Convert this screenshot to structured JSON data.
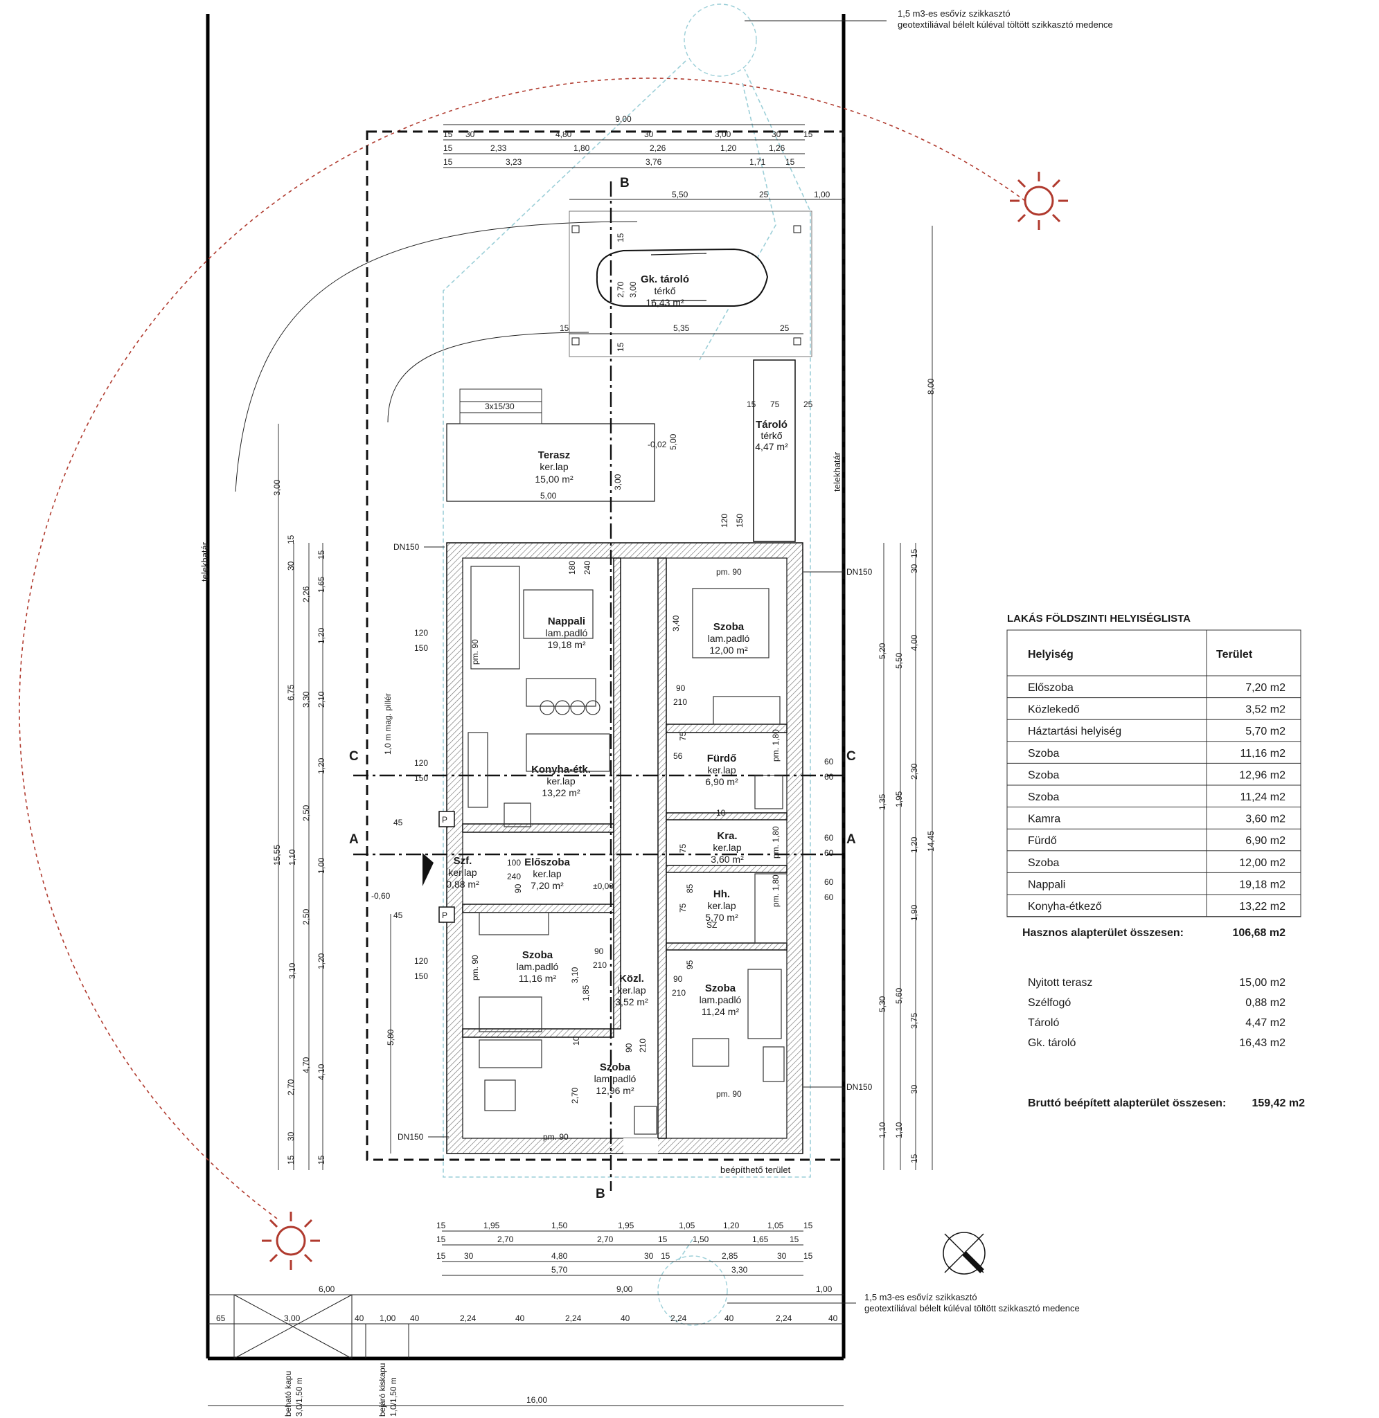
{
  "rain_tank_top": {
    "line1": "1,5 m3-es esővíz szikkasztó",
    "line2": "geotextíliával bélelt kúléval töltött szikkasztó medence"
  },
  "rain_tank_bottom": {
    "line1": "1,5 m3-es esővíz szikkasztó",
    "line2": "geotextíliával bélelt kúléval töltött szikkasztó medence"
  },
  "labels": {
    "plot_boundary": "telekhatár",
    "buildable_area": "beépíthető terület",
    "pillar": "1,0 m mag. pillér",
    "drive_gate": "beható kapu",
    "drive_gate_size": "3,0/1,50 m",
    "small_gate": "bejáró kiskapu",
    "small_gate_size": "1,0/1,50 m",
    "stair": "3x15/30",
    "dn": "DN150",
    "level_minus": "-0,02",
    "level_zero": "±0,00",
    "level_outside": "-0,60",
    "p": "P"
  },
  "sections": {
    "a": "A",
    "b": "B",
    "c": "C"
  },
  "dims": {
    "top1": "9,00",
    "top2": [
      "15",
      "30",
      "4,80",
      "30",
      "3,00",
      "30",
      "15"
    ],
    "top3": [
      "15",
      "2,33",
      "1,80",
      "2,26",
      "1,20",
      "1,26"
    ],
    "top4": [
      "15",
      "3,23",
      "3,76",
      "1,71",
      "15"
    ],
    "carport": [
      "5,50",
      "25",
      "1,00",
      "5,35",
      "15",
      "25"
    ],
    "carport_v": [
      "15",
      "2,70",
      "3,00",
      "15"
    ],
    "storage": [
      "15",
      "75",
      "25"
    ],
    "terrace": [
      "5,00",
      "3,00",
      "5,00"
    ],
    "right_total": "8,00",
    "right_house": "14,45",
    "left_total": "15,55",
    "bottom1": [
      "15",
      "1,95",
      "1,50",
      "1,95",
      "1,05",
      "1,20",
      "1,05",
      "15"
    ],
    "bottom2": [
      "15",
      "2,70",
      "2,70",
      "15",
      "1,50",
      "1,65",
      "15"
    ],
    "bottom3": [
      "15",
      "30",
      "4,80",
      "30",
      "15",
      "2,85",
      "30",
      "15"
    ],
    "bottom4": [
      "5,70",
      "3,30"
    ],
    "bottom5": [
      "6,00",
      "9,00",
      "1,00"
    ],
    "fence": [
      "65",
      "3,00",
      "40",
      "1,00",
      "40",
      "2,24",
      "40",
      "2,24",
      "40",
      "2,24",
      "40",
      "2,24",
      "40"
    ],
    "plot_width": "16,00",
    "left_col1": [
      "3,00",
      "6,75",
      "5,80"
    ],
    "left_col2": [
      "15",
      "30",
      "2,26",
      "3,30",
      "2,50",
      "1,10",
      "2,50",
      "3,10",
      "4,70",
      "2,70",
      "30",
      "15"
    ],
    "left_col3": [
      "15",
      "1,65",
      "1,20",
      "2,10",
      "1,20",
      "1,00",
      "1,20",
      "4,10",
      "15"
    ],
    "right_col1": [
      "5,20",
      "1,35",
      "5,30",
      "1,10"
    ],
    "right_col2": [
      "5,50",
      "1,95",
      "5,60",
      "1,10"
    ],
    "right_col3": [
      "15",
      "30",
      "4,00",
      "2,30",
      "1,20",
      "1,90",
      "3,75",
      "30",
      "15"
    ]
  },
  "rooms": {
    "carport": {
      "name": "Gk. tároló",
      "floor": "térkő",
      "area": "16,43 m²"
    },
    "storage": {
      "name": "Tároló",
      "floor": "térkő",
      "area": "4,47 m²"
    },
    "terrace": {
      "name": "Terasz",
      "floor": "ker.lap",
      "area": "15,00 m²"
    },
    "living": {
      "name": "Nappali",
      "floor": "lam.padló",
      "area": "19,18 m²"
    },
    "kitchen": {
      "name": "Konyha-étk.",
      "floor": "ker.lap",
      "area": "13,22 m²"
    },
    "bed1": {
      "name": "Szoba",
      "floor": "lam.padló",
      "area": "12,00 m²"
    },
    "bath": {
      "name": "Fürdő",
      "floor": "ker.lap",
      "area": "6,90 m²"
    },
    "pantry": {
      "name": "Kra.",
      "floor": "ker.lap",
      "area": "3,60 m²"
    },
    "windbreak": {
      "name": "Szf.",
      "floor": "ker.lap",
      "area": "0,88 m²"
    },
    "hall": {
      "name": "Előszoba",
      "floor": "ker.lap",
      "area": "7,20 m²"
    },
    "utility": {
      "name": "Hh.",
      "floor": "ker.lap",
      "area": "5,70 m²"
    },
    "bed2": {
      "name": "Szoba",
      "floor": "lam.padló",
      "area": "11,16 m²"
    },
    "corridor": {
      "name": "Közl.",
      "floor": "ker.lap",
      "area": "3,52 m²"
    },
    "bed3": {
      "name": "Szoba",
      "floor": "lam.padló",
      "area": "11,24 m²"
    },
    "bed4": {
      "name": "Szoba",
      "floor": "lam.padló",
      "area": "12,96 m²"
    }
  },
  "openings": {
    "pm90": "pm. 90",
    "w120": "120",
    "w150": "150",
    "d90": "90",
    "d210": "210",
    "d75": "75",
    "d100": "100",
    "d240": "240",
    "d180": "180",
    "pm180": "pm. 1,80",
    "d56": "56",
    "d60": "60",
    "d85": "85",
    "d95": "95",
    "d45": "45",
    "d10": "10",
    "d185": "1,85",
    "d310": "3,10",
    "d270": "2,70",
    "d340": "3,40",
    "sz": "SZ"
  },
  "room_list": {
    "title": "LAKÁS FÖLDSZINTI HELYISÉGLISTA",
    "col_room": "Helyiség",
    "col_area": "Terület",
    "rows": [
      {
        "room": "Előszoba",
        "area": "7,20 m2"
      },
      {
        "room": "Közlekedő",
        "area": "3,52 m2"
      },
      {
        "room": "Háztartási helyiség",
        "area": "5,70 m2"
      },
      {
        "room": "Szoba",
        "area": "11,16 m2"
      },
      {
        "room": "Szoba",
        "area": "12,96 m2"
      },
      {
        "room": "Szoba",
        "area": "11,24 m2"
      },
      {
        "room": "Kamra",
        "area": "3,60 m2"
      },
      {
        "room": "Fürdő",
        "area": "6,90 m2"
      },
      {
        "room": "Szoba",
        "area": "12,00 m2"
      },
      {
        "room": "Nappali",
        "area": "19,18 m2"
      },
      {
        "room": "Konyha-étkező",
        "area": "13,22 m2"
      }
    ],
    "total_label": "Hasznos alapterület összesen:",
    "total_value": "106,68 m2",
    "extras": [
      {
        "room": "Nyitott terasz",
        "area": "15,00 m2"
      },
      {
        "room": "Szélfogó",
        "area": "0,88 m2"
      },
      {
        "room": "Tároló",
        "area": "4,47 m2"
      },
      {
        "room": "Gk. tároló",
        "area": "16,43 m2"
      }
    ],
    "gross_label": "Bruttó beépített alapterület összesen:",
    "gross_value": "159,42 m2"
  },
  "colors": {
    "sun": "#b03a2e",
    "drain": "#9ccfd8",
    "ink": "#111111"
  },
  "icons": [
    "sun-icon",
    "north-arrow-icon",
    "car-icon",
    "entrance-arrow-icon"
  ]
}
